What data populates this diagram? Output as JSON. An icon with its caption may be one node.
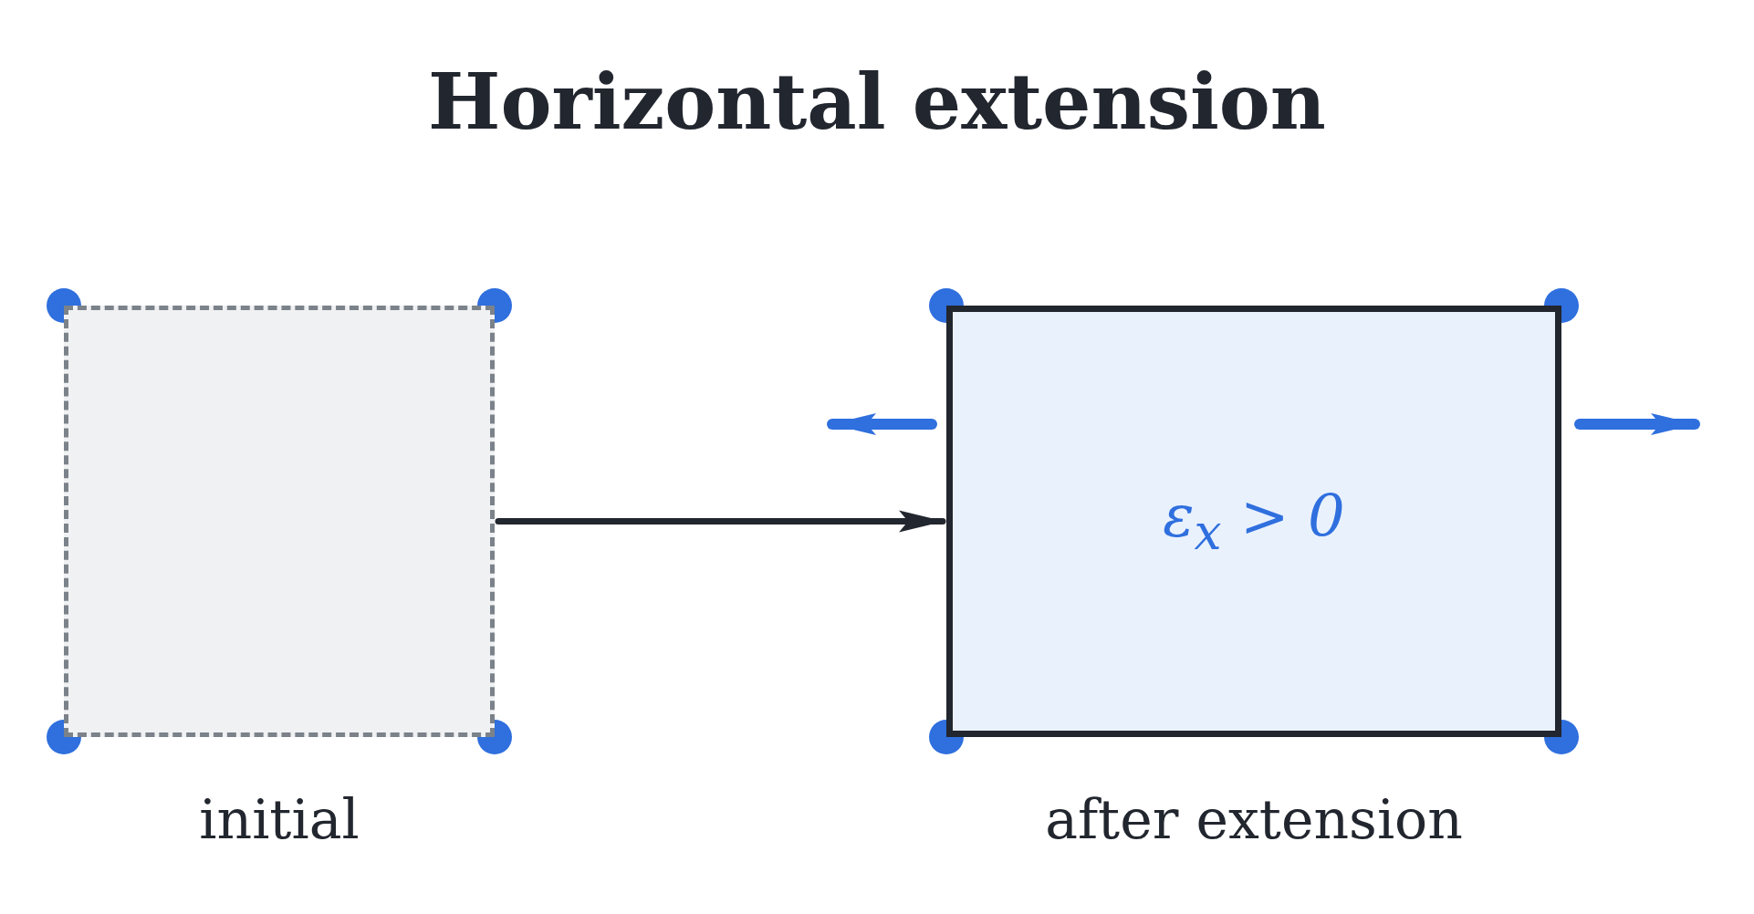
{
  "diagram": {
    "title": "Horizontal extension",
    "nodes": [
      {
        "text": [],
        "shape": "box",
        "beside": [
          "initial"
        ]
      },
      {
        "text": [
          "ε$_{x}$ > 0"
        ],
        "beside": [
          "after extension"
        ]
      }
    ],
    "edges": [
      {
        "from": 0,
        "to": 1,
        "arrow": "to"
      }
    ]
  }
}
